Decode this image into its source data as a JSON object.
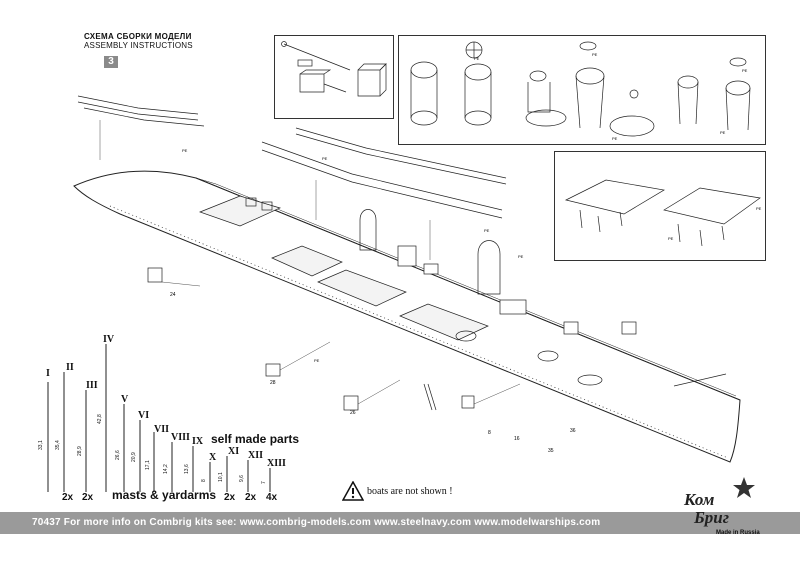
{
  "header": {
    "title_ru": "СХЕМА СБОРКИ МОДЕЛИ",
    "title_en": "ASSEMBLY INSTRUCTIONS",
    "step": "3"
  },
  "masts": {
    "label": "masts & yardarms",
    "items": [
      {
        "numeral": "I",
        "length": "33,1",
        "qty": ""
      },
      {
        "numeral": "II",
        "length": "35,4",
        "qty": "2x"
      },
      {
        "numeral": "III",
        "length": "28,9",
        "qty": "2x"
      },
      {
        "numeral": "IV",
        "length": "42,8",
        "qty": ""
      },
      {
        "numeral": "V",
        "length": "26,6",
        "qty": ""
      },
      {
        "numeral": "VI",
        "length": "20,9",
        "qty": ""
      },
      {
        "numeral": "VII",
        "length": "17,1",
        "qty": ""
      },
      {
        "numeral": "VIII",
        "length": "14,2",
        "qty": ""
      },
      {
        "numeral": "IX",
        "length": "13,6",
        "qty": ""
      },
      {
        "numeral": "X",
        "length": "8",
        "qty": ""
      },
      {
        "numeral": "XI",
        "length": "10,1",
        "qty": "2x"
      },
      {
        "numeral": "XII",
        "length": "9,6",
        "qty": "2x"
      },
      {
        "numeral": "XIII",
        "length": "7",
        "qty": "4x"
      }
    ]
  },
  "self_made_label": "self made parts",
  "warning_text": "boats are not shown !",
  "footer_text": "70437   For more info on Combrig kits see:   www.combrig-models.com   www.steelnavy.com   www.modelwarships.com",
  "logo": {
    "line1": "Ком",
    "line2": "Бриг",
    "made_in": "Made in Russia"
  },
  "part_tag": "PE",
  "part_labels": [
    "24",
    "28",
    "26",
    "8",
    "16",
    "35",
    "36"
  ]
}
